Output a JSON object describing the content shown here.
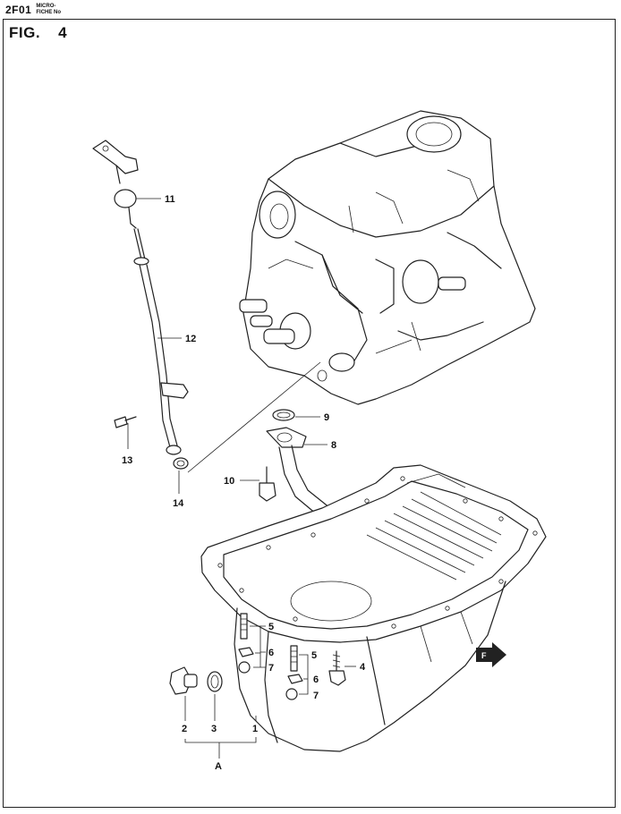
{
  "header": {
    "code": "2F01",
    "micro_line1": "MICRO-",
    "micro_line2": "FICHE No"
  },
  "figure": {
    "label": "FIG.",
    "number": "4"
  },
  "callouts": {
    "c1": "1",
    "c2": "2",
    "c3": "3",
    "c4": "4",
    "c5a": "5",
    "c5b": "5",
    "c6a": "6",
    "c6b": "6",
    "c7a": "7",
    "c7b": "7",
    "c8": "8",
    "c9": "9",
    "c10": "10",
    "c11": "11",
    "c12": "12",
    "c13": "13",
    "c14": "14",
    "cA": "A"
  },
  "arrow_icon_label": "F"
}
